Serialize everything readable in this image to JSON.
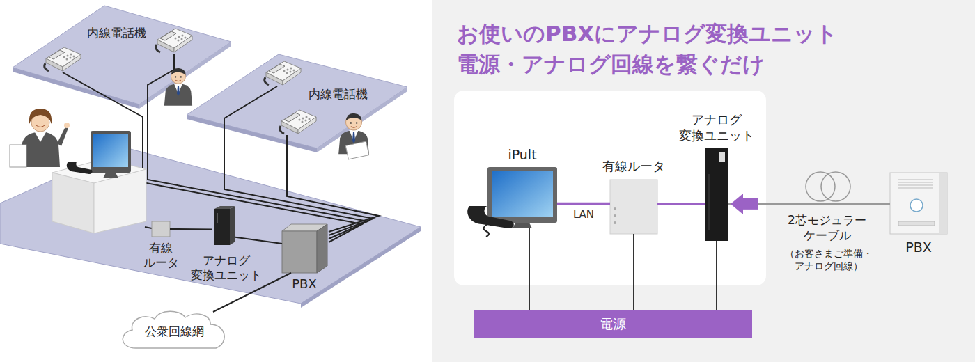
{
  "diagram": {
    "title": "お使いのPBXにアナログ変換ユニット 電源・アナログ回線を繋ぐだけ",
    "nodes": [
      {
        "text": [
          "有線 ルータ"
        ]
      },
      {
        "text": [
          "アナログ 変換ユニット"
        ]
      },
      {
        "text": [
          "PBX"
        ]
      },
      {
        "text": [
          "公衆回線網"
        ]
      },
      {
        "text": [
          "iPult"
        ]
      },
      {
        "text": [
          "有線ルータ"
        ]
      },
      {
        "text": [
          "アナログ 変換ユニット"
        ]
      },
      {
        "text": [
          "PBX"
        ]
      },
      {
        "text": [
          "電源"
        ]
      }
    ],
    "edges": [
      {
        "from": 0,
        "to": 1,
        "arrow": "none"
      },
      {
        "from": 1,
        "to": 2,
        "arrow": "none"
      },
      {
        "from": 2,
        "to": 3,
        "arrow": "none"
      },
      {
        "from": 4,
        "to": 5,
        "arrow": "none",
        "label": "LAN"
      },
      {
        "from": 5,
        "to": 6,
        "arrow": "none"
      },
      {
        "from": 7,
        "to": 6,
        "arrow": "to"
      },
      {
        "from": 4,
        "to": 8,
        "arrow": "none"
      },
      {
        "from": 5,
        "to": 8,
        "arrow": "none"
      },
      {
        "from": 6,
        "to": 8,
        "arrow": "none"
      }
    ],
    "labels": [
      "内線電話機",
      "内線電話機",
      "2芯モジュラー ケーブル",
      "（お客さまご準備・ アナログ回線）"
    ]
  }
}
